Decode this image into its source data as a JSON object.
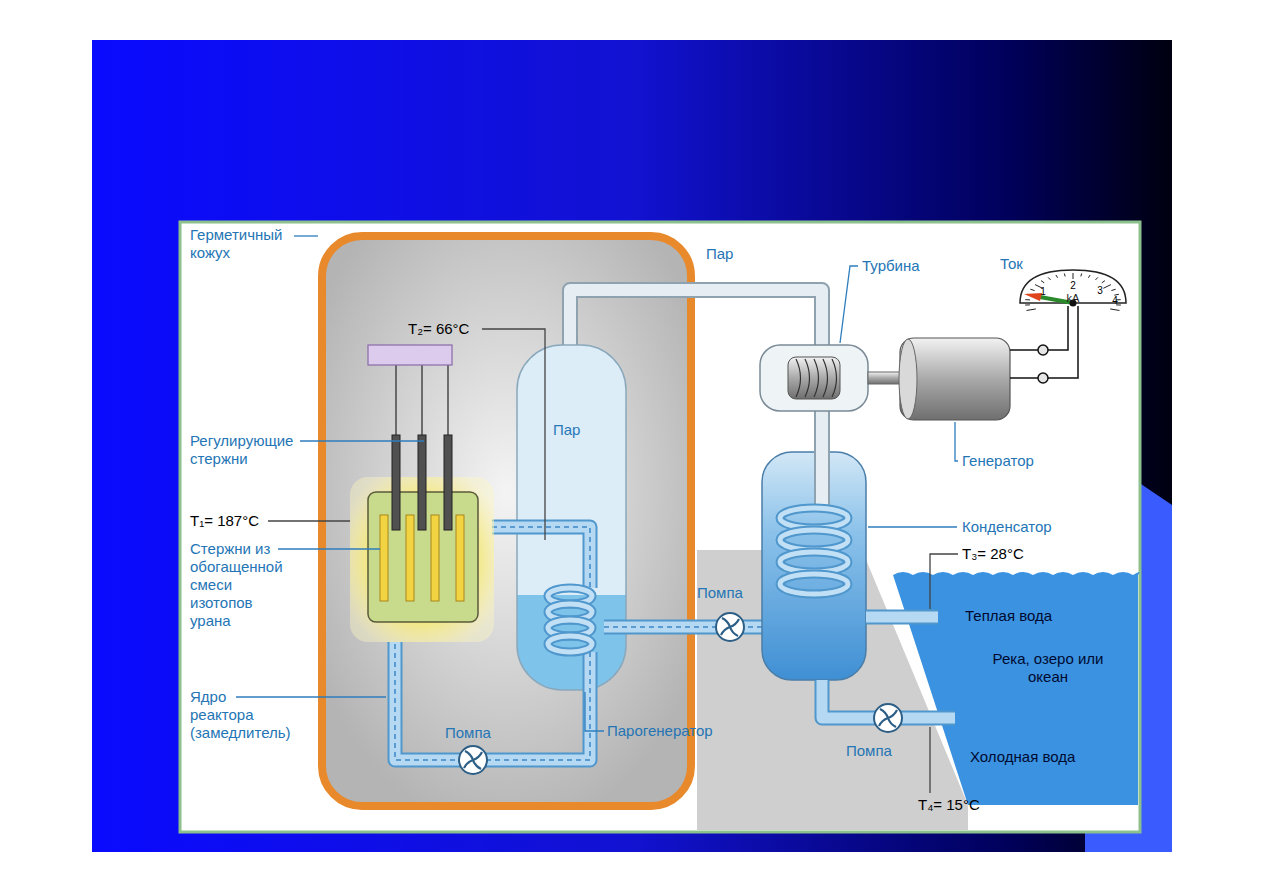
{
  "diagram": {
    "nodes": [
      {
        "text": [
          "Пар"
        ]
      }
    ],
    "labels": [
      "Герметичный кожух",
      "Пар",
      "Турбина",
      "Ток",
      "1",
      "2",
      "3",
      "4",
      "kA",
      "T₂= 66°C",
      "Регулирующие стержни",
      "Генератор",
      "T₁= 187°C",
      "Конденсатор",
      "Стержни из обогащенной смеси изотопов урана",
      "T₃= 28°C",
      "Помпа",
      "Теплая вода",
      "Река, озеро или океан",
      "Ядро реактора (замедлитель)",
      "Помпа",
      "Парогенератор",
      "Помпа",
      "Холодная вода",
      "T₄= 15°C"
    ]
  }
}
